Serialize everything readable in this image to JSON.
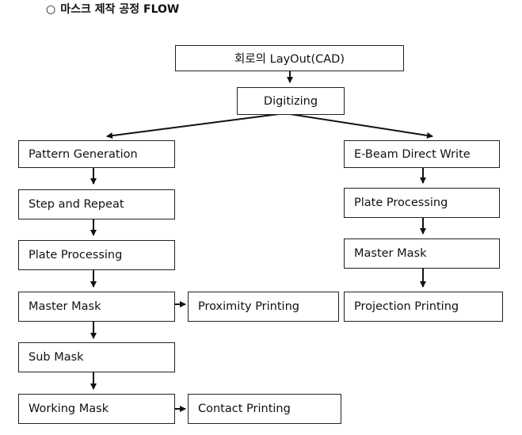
{
  "title": {
    "bullet": "○",
    "text": "마스크 제작 공정 FLOW"
  },
  "nodes": {
    "layout": "회로의 LayOut(CAD)",
    "digitizing": "Digitizing",
    "pattern_generation": "Pattern Generation",
    "step_and_repeat": "Step and Repeat",
    "plate_processing_left": "Plate Processing",
    "master_mask_left": "Master Mask",
    "proximity_printing": "Proximity Printing",
    "sub_mask": "Sub Mask",
    "working_mask": "Working Mask",
    "contact_printing": "Contact Printing",
    "ebeam_direct_write": "E-Beam Direct Write",
    "plate_processing_right": "Plate Processing",
    "master_mask_right": "Master Mask",
    "projection_printing": "Projection Printing"
  },
  "colors": {
    "line": "#111111",
    "box_border": "#222222",
    "background": "#ffffff"
  }
}
